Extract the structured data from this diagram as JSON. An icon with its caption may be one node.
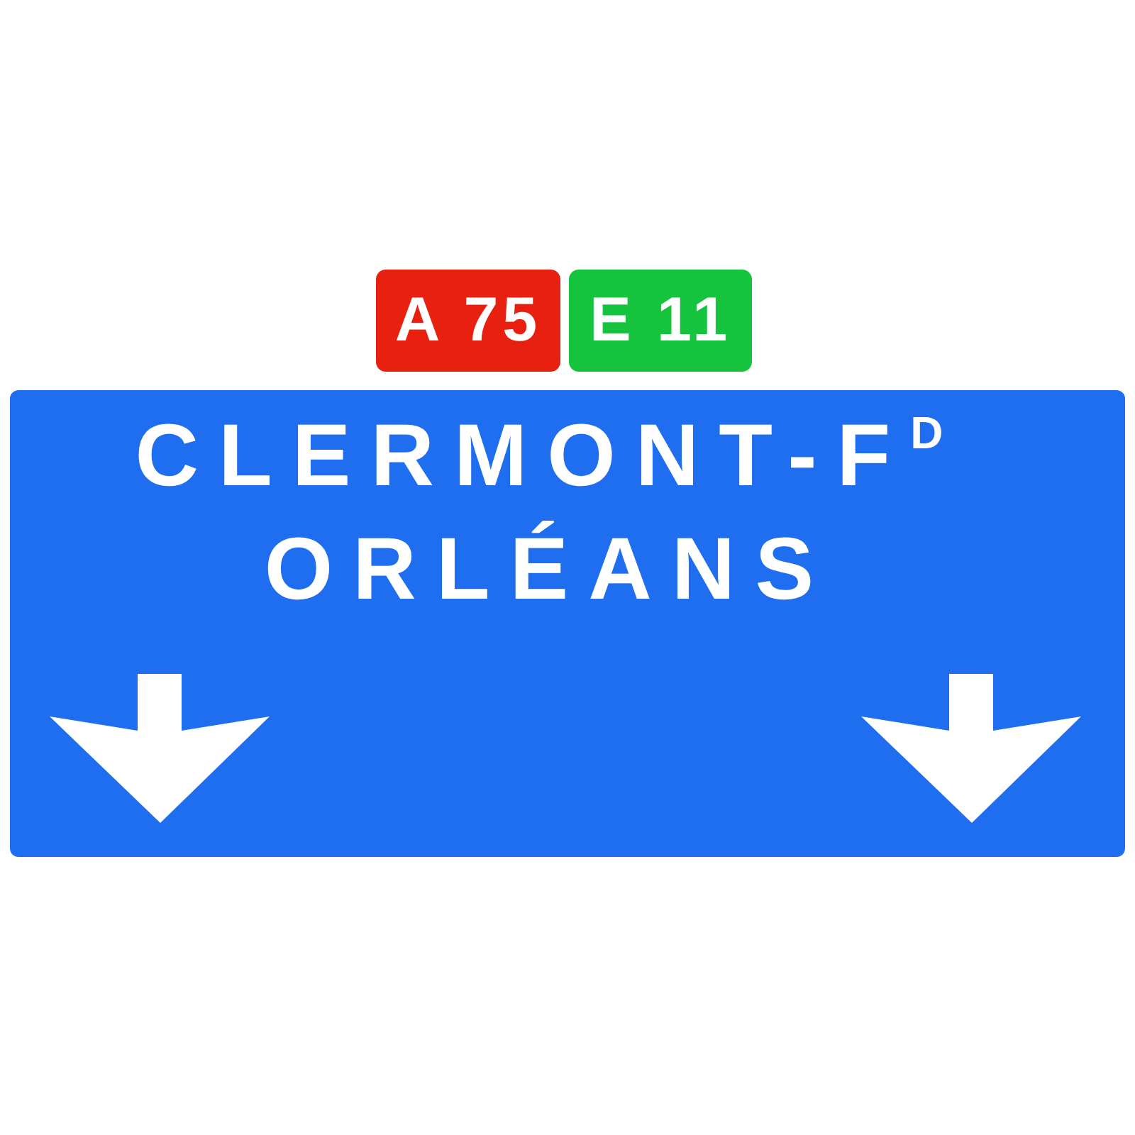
{
  "diagram": {
    "nodes": [
      {
        "text": [
          "A 75"
        ]
      },
      {
        "text": [
          "E 11"
        ]
      },
      {
        "text": [
          "CLERMONT-F$^{D}$",
          "ORLÉANS"
        ]
      }
    ]
  }
}
